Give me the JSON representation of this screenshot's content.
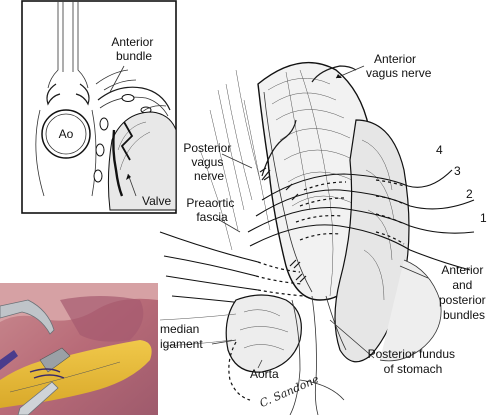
{
  "inset": {
    "labels": {
      "ao": "Ao",
      "anterior_bundle": "Anterior\nbundle",
      "valve": "Valve"
    }
  },
  "main": {
    "labels": {
      "anterior_vagus": "Anterior\nvagus nerve",
      "posterior_vagus": "Posterior\nvagus\nnerve",
      "preaortic_fascia": "Preaortic\nfascia",
      "anterior_posterior_bundles": "Anterior\nand\nposterior\nbundles",
      "median_ligament": "median\nigament",
      "posterior_fundus": "Posterior fundus\nof stomach",
      "aorta": "Aorta",
      "signature": "C. Sandone"
    },
    "suture_numbers": [
      "4",
      "3",
      "2",
      "1"
    ]
  }
}
